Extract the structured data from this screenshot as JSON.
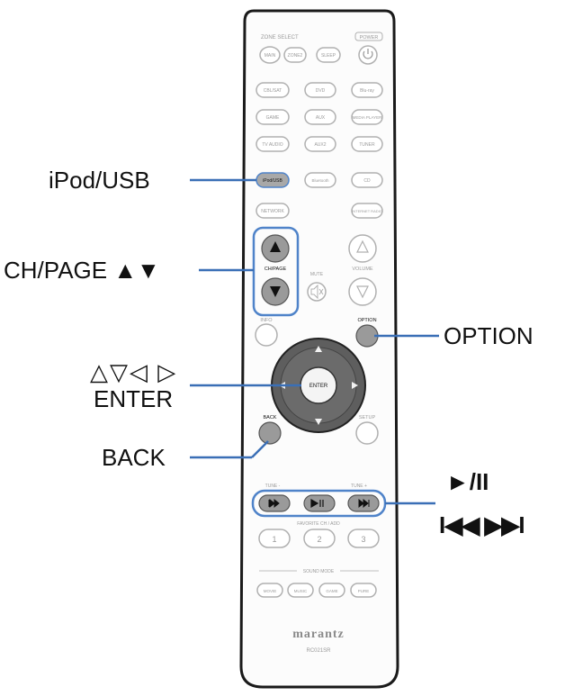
{
  "callouts": {
    "ipod_usb": "iPod/USB",
    "ch_page": "CH/PAGE ▲▼",
    "cursor_arrows": "△▽◁ ▷",
    "enter": "ENTER",
    "back": "BACK",
    "option": "OPTION",
    "play_pause": "►/II",
    "skip": "I◀◀ ▶▶I"
  },
  "remote": {
    "zone_select": "ZONE SELECT",
    "power": "POWER",
    "row1": [
      "MAIN",
      "ZONE2",
      "SLEEP"
    ],
    "row2": [
      "CBL/SAT",
      "DVD",
      "Blu-ray"
    ],
    "row3": [
      "GAME",
      "AUX",
      "MEDIA PLAYER"
    ],
    "row4": [
      "TV AUDIO",
      "AUX2",
      "TUNER"
    ],
    "row5": [
      "iPod/USB",
      "Bluetooth",
      "CD"
    ],
    "row6": [
      "NETWORK",
      "INTERNET RADIO"
    ],
    "ch_page": "CH/PAGE",
    "mute": "MUTE",
    "volume": "VOLUME",
    "info": "INFO",
    "option": "OPTION",
    "enter": "ENTER",
    "back": "BACK",
    "setup": "SETUP",
    "tune_minus": "TUNE -",
    "tune_plus": "TUNE +",
    "favorite": "FAVORITE CH / ADD",
    "fav_numbers": [
      "1",
      "2",
      "3"
    ],
    "sound_mode": "SOUND MODE",
    "modes": [
      "MOVIE",
      "MUSIC",
      "GAME",
      "PURE"
    ],
    "brand": "marantz",
    "model": "RC021SR"
  },
  "colors": {
    "callout_line": "#3a6fb6",
    "highlight": "#4f83c9",
    "outline": "#1a1a1a",
    "button_stroke": "#b0b0b0",
    "highlight_button": "#909090"
  }
}
